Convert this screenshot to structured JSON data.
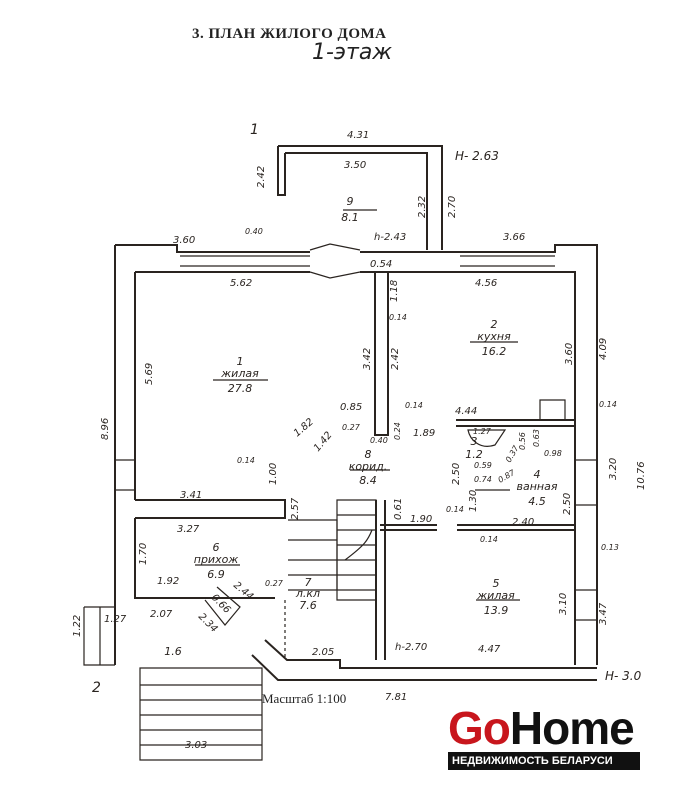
{
  "header": {
    "title": "3.  ПЛАН ЖИЛОГО ДОМА",
    "subtitle": "1-этаж"
  },
  "rooms": [
    {
      "number": "1",
      "name": "жилая",
      "area": "27.8"
    },
    {
      "number": "2",
      "name": "кухня",
      "area": "16.2"
    },
    {
      "number": "3",
      "name": "",
      "area": "1.2"
    },
    {
      "number": "4",
      "name": "ванная",
      "area": "4.5"
    },
    {
      "number": "5",
      "name": "жилая",
      "area": "13.9"
    },
    {
      "number": "6",
      "name": "прихож",
      "area": "6.9"
    },
    {
      "number": "7",
      "name": "л.кл",
      "area": "7.6"
    },
    {
      "number": "8",
      "name": "корид.",
      "area": "8.4"
    },
    {
      "number": "9",
      "name": "",
      "area": "8.1"
    },
    {
      "number": "",
      "name": "",
      "area": "1.6"
    }
  ],
  "markers": {
    "section_1": "1",
    "section_2": "2",
    "h_top": "H- 2.63",
    "h_bottom": "H- 3.0",
    "h_annex": "h-2.43",
    "h_room5": "h-2.70"
  },
  "dimensions": [
    "4.31",
    "3.50",
    "2.42",
    "2.32",
    "2.70",
    "0.40",
    "3.60",
    "3.66",
    "5.62",
    "0.54",
    "4.56",
    "1.18",
    "0.14",
    "3.42",
    "2.42",
    "3.60",
    "4.09",
    "5.69",
    "8.96",
    "0.85",
    "0.14",
    "4.44",
    "0.14",
    "1.82",
    "1.42",
    "0.27",
    "0.40",
    "0.24",
    "1.89",
    "1.27",
    "0.56",
    "0.63",
    "0.98",
    "0.59",
    "0.37",
    "0.87",
    "0.74",
    "0.14",
    "1.00",
    "2.50",
    "3.20",
    "10.76",
    "3.41",
    "2.57",
    "0.61",
    "1.90",
    "0.14",
    "1.30",
    "2.40",
    "2.50",
    "0.14",
    "3.27",
    "1.70",
    "0.13",
    "1.92",
    "2.44",
    "0.27",
    "0.66",
    "2.07",
    "2.34",
    "1.22",
    "1.27",
    "2.05",
    "4.47",
    "3.10",
    "3.47",
    "7.81",
    "3.03"
  ],
  "scale": "Масштаб 1:100",
  "logo": {
    "go": "Go",
    "home": "Home",
    "tagline": "НЕДВИЖИМОСТЬ БЕЛАРУСИ",
    "colors": {
      "go": "#c8161d",
      "home": "#111111"
    }
  }
}
